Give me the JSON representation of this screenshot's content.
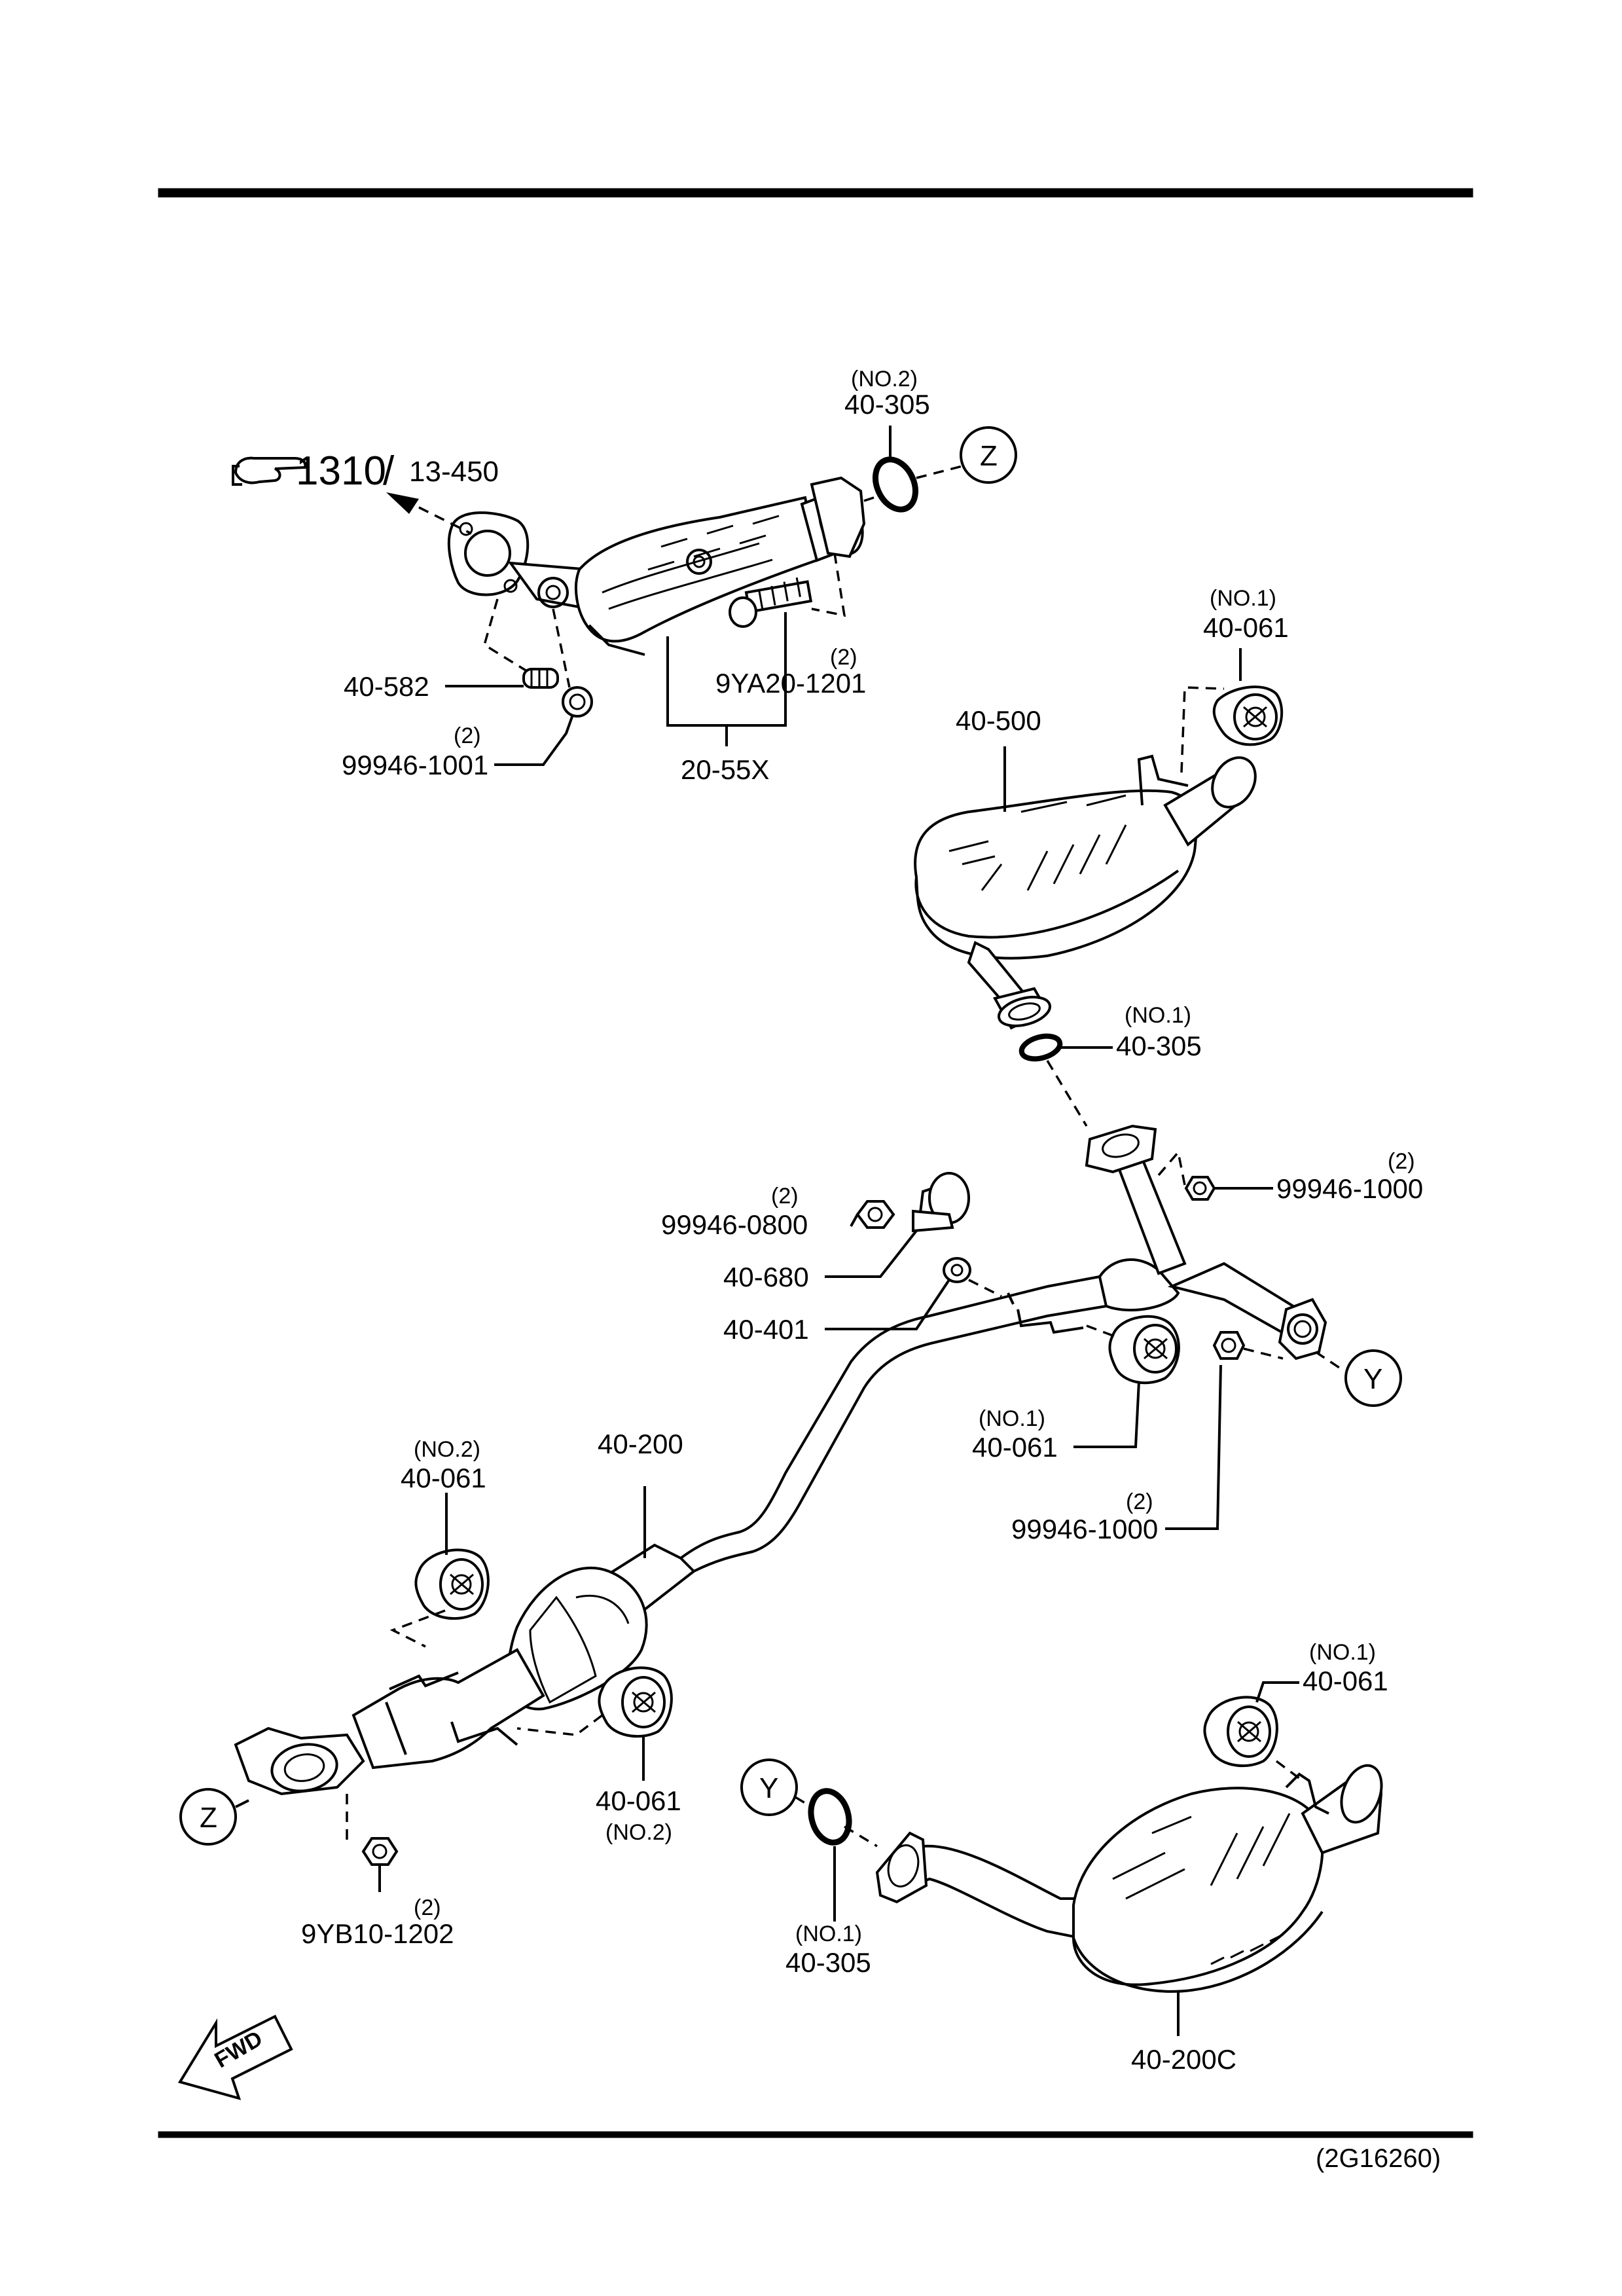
{
  "page": {
    "reference_code": "(2G16260)",
    "fwd_label": "FWD"
  },
  "references": {
    "section": "1310",
    "part": "13-450",
    "z": "Z",
    "y": "Y"
  },
  "labels": {
    "l_40305_no2_q": "(NO.2)",
    "l_40305_no2": "40-305",
    "l_40582": "40-582",
    "l_9ya20_q": "(2)",
    "l_9ya20": "9YA20-1201",
    "l_99946_1001_q": "(2)",
    "l_99946_1001": "99946-1001",
    "l_2055x": "20-55X",
    "l_40500": "40-500",
    "l_40061_a_q": "(NO.1)",
    "l_40061_a": "40-061",
    "l_40305_no1_a_q": "(NO.1)",
    "l_40305_no1_a": "40-305",
    "l_99946_1000_a_q": "(2)",
    "l_99946_1000_a": "99946-1000",
    "l_99946_0800_q": "(2)",
    "l_99946_0800": "99946-0800",
    "l_40680": "40-680",
    "l_40401": "40-401",
    "l_40061_b_q": "(NO.1)",
    "l_40061_b": "40-061",
    "l_99946_1000_b_q": "(2)",
    "l_99946_1000_b": "99946-1000",
    "l_40200": "40-200",
    "l_40061_c_q": "(NO.2)",
    "l_40061_c": "40-061",
    "l_40061_d": "40-061",
    "l_40061_d_q": "(NO.2)",
    "l_9yb10_q": "(2)",
    "l_9yb10": "9YB10-1202",
    "l_40061_e_q": "(NO.1)",
    "l_40061_e": "40-061",
    "l_40305_no1_b_q": "(NO.1)",
    "l_40305_no1_b": "40-305",
    "l_40200c": "40-200C"
  }
}
